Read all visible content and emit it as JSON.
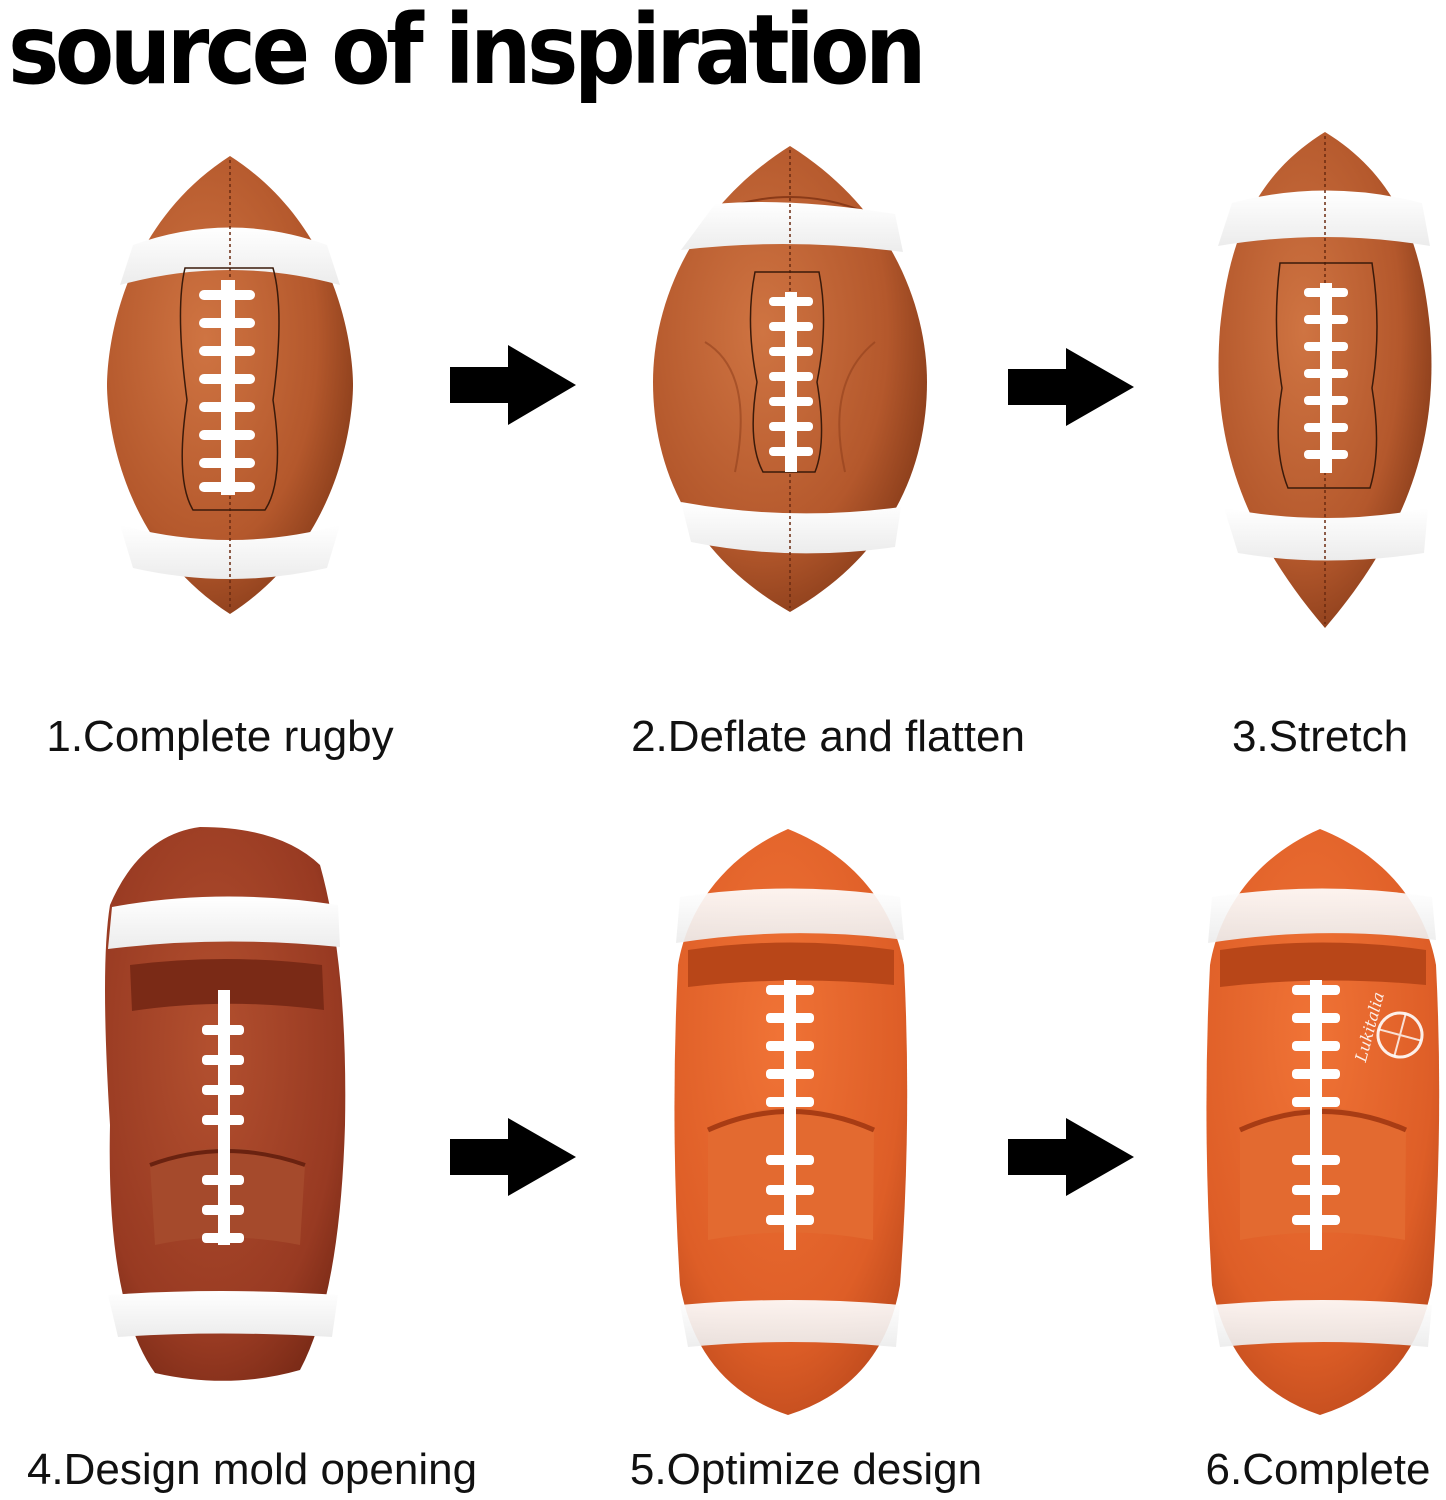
{
  "title": "source of inspiration",
  "steps": [
    {
      "label": "1.Complete rugby",
      "icon": "football-icon"
    },
    {
      "label": "2.Deflate and flatten",
      "icon": "deflated-football-icon"
    },
    {
      "label": "3.Stretch",
      "icon": "stretched-football-icon"
    },
    {
      "label": "4.Design mold opening",
      "icon": "slide-mold-icon"
    },
    {
      "label": "5.Optimize design",
      "icon": "slide-optimized-icon"
    },
    {
      "label": "6.Complete",
      "icon": "slide-complete-icon"
    }
  ],
  "colors": {
    "leather_brown": "#b65a2e",
    "leather_dark": "#8e3d1c",
    "mold_red": "#9c3d24",
    "slide_orange": "#e0612a",
    "stripe_white": "#ffffff",
    "arrow_black": "#000000"
  },
  "logo_text": "Lukitalia"
}
